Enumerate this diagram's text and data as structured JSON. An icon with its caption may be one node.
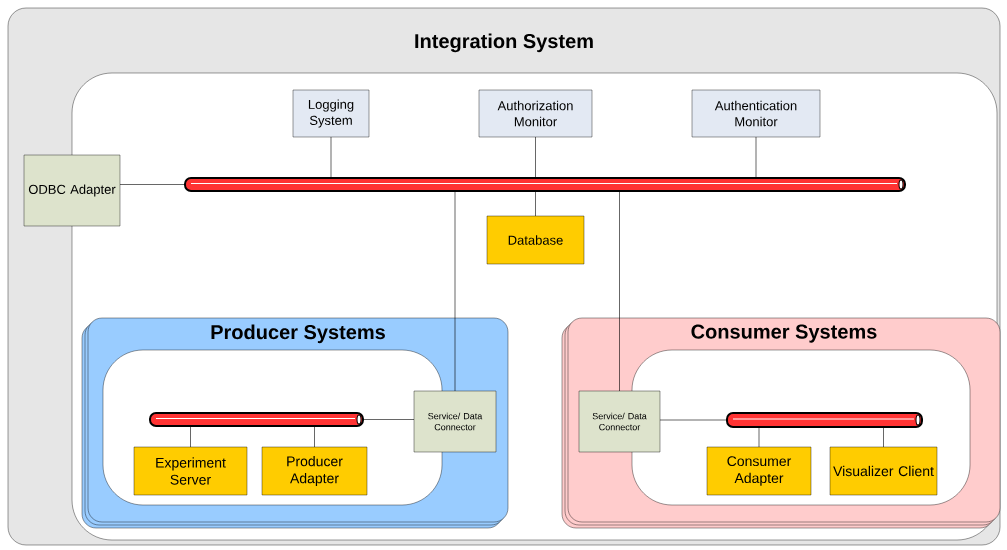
{
  "diagram": {
    "nodes": [
      {
        "text": [
          "Integration System"
        ]
      },
      {
        "text": [
          "Logging System"
        ],
        "in": 0
      },
      {
        "text": [
          "Authorization Monitor"
        ],
        "in": 0
      },
      {
        "text": [
          "Authentication Monitor"
        ],
        "in": 0
      },
      {
        "text": [
          "ODBC Adapter"
        ],
        "in": 0
      },
      {
        "text": [],
        "shape": "bar",
        "in": 0
      },
      {
        "text": [
          "Database"
        ],
        "in": 0
      },
      {
        "text": [
          "Producer Systems"
        ],
        "in": 0
      },
      {
        "text": [],
        "shape": "bar",
        "in": 7
      },
      {
        "text": [
          "Experiment Server"
        ],
        "in": 7
      },
      {
        "text": [
          "Producer Adapter"
        ],
        "in": 7
      },
      {
        "text": [
          "Service/ Data Connector"
        ],
        "in": 7
      },
      {
        "text": [
          "Consumer Systems"
        ],
        "in": 0
      },
      {
        "text": [
          "Service/ Data Connector"
        ],
        "in": 12
      },
      {
        "text": [],
        "shape": "bar",
        "in": 12
      },
      {
        "text": [
          "Consumer Adapter"
        ],
        "in": 12
      },
      {
        "text": [
          "Visualizer Client"
        ],
        "in": 12
      }
    ],
    "edges": [
      {
        "from": 4,
        "to": 5,
        "arrow": "none"
      },
      {
        "from": 1,
        "to": 5,
        "arrow": "none"
      },
      {
        "from": 2,
        "to": 5,
        "arrow": "none"
      },
      {
        "from": 3,
        "to": 5,
        "arrow": "none"
      },
      {
        "from": 5,
        "to": 6,
        "arrow": "none"
      },
      {
        "from": 5,
        "to": 11,
        "arrow": "none"
      },
      {
        "from": 5,
        "to": 13,
        "arrow": "none"
      },
      {
        "from": 8,
        "to": 11,
        "arrow": "none"
      },
      {
        "from": 8,
        "to": 9,
        "arrow": "none"
      },
      {
        "from": 8,
        "to": 10,
        "arrow": "none"
      },
      {
        "from": 13,
        "to": 14,
        "arrow": "none"
      },
      {
        "from": 14,
        "to": 15,
        "arrow": "none"
      },
      {
        "from": 14,
        "to": 16,
        "arrow": "none"
      }
    ]
  }
}
